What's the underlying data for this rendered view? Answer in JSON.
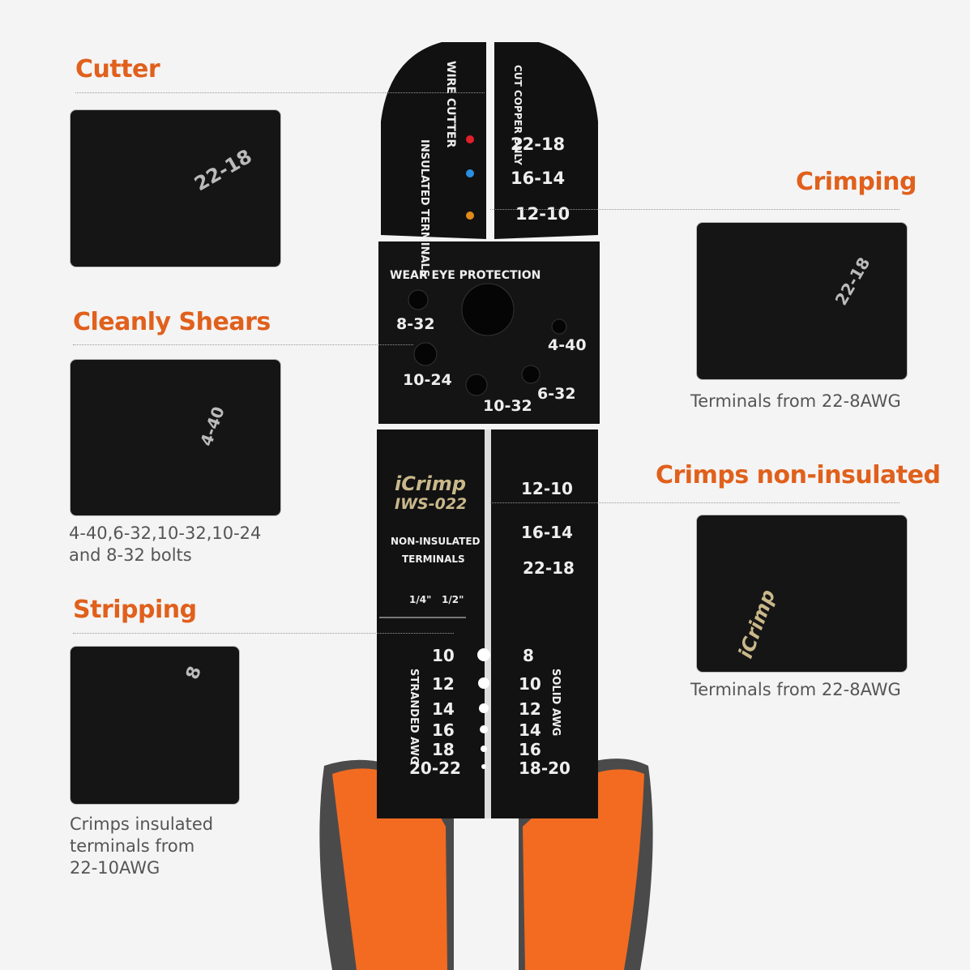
{
  "callouts": {
    "cutter": {
      "title": "Cutter"
    },
    "crimping": {
      "title": "Crimping",
      "caption": "Terminals from 22-8AWG"
    },
    "shears": {
      "title": "Cleanly Shears",
      "caption_1": "4-40,6-32,10-32,10-24",
      "caption_2": "and 8-32 bolts"
    },
    "noninsulated": {
      "title": "Crimps non-insulated",
      "caption": "Terminals from 22-8AWG"
    },
    "stripping": {
      "title": "Stripping",
      "caption_1": "Crimps insulated",
      "caption_2": "terminals from",
      "caption_3": "22-10AWG"
    }
  },
  "tool": {
    "wire_cutter": "WIRE CUTTER",
    "cut_copper": "CUT COPPER ONLY",
    "insulated": "INSULATED TERMINALS",
    "insulated_sizes": [
      "22-18",
      "16-14",
      "12-10"
    ],
    "insulated_colors": [
      "#e0202a",
      "#2a8fe0",
      "#e08a1a"
    ],
    "eye_warning": "WEAR EYE PROTECTION",
    "bolts": [
      "8-32",
      "4-40",
      "10-24",
      "6-32",
      "10-32"
    ],
    "brand": "iCrimp",
    "model": "IWS-022",
    "noninsulated_1": "NON-INSULATED",
    "noninsulated_2": "TERMINALS",
    "noninsulated_sizes": [
      "12-10",
      "16-14",
      "22-18"
    ],
    "ruler": [
      "1/4\"",
      "1/2\""
    ],
    "stranded_label": "STRANDED AWG",
    "stranded": [
      "10",
      "12",
      "14",
      "16",
      "18",
      "20-22"
    ],
    "solid_label": "SOLID AWG",
    "solid": [
      "8",
      "10",
      "12",
      "14",
      "16",
      "18-20"
    ]
  },
  "colors": {
    "accent": "#e0601c",
    "handle": "#f26b21",
    "grip": "#4a4a4a",
    "steel": "#111111"
  }
}
